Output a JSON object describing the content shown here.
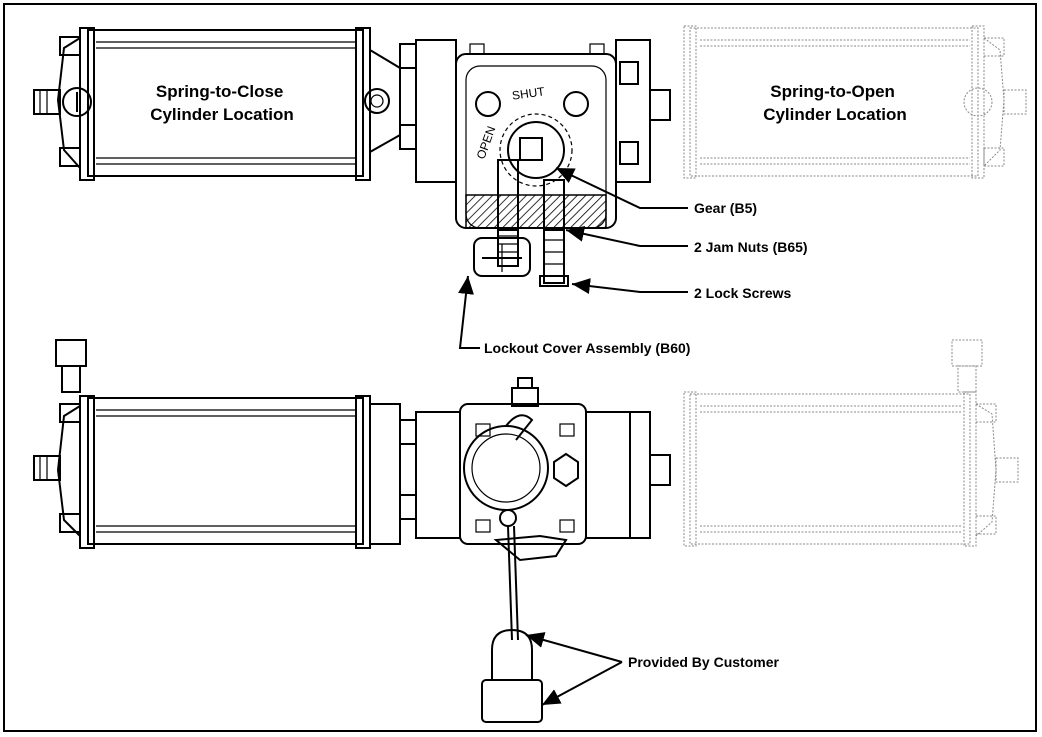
{
  "labels": {
    "spring_to_close": [
      "Spring-to-Close",
      "Cylinder Location"
    ],
    "spring_to_open": [
      "Spring-to-Open",
      "Cylinder Location"
    ],
    "gear": "Gear (B5)",
    "jam_nuts": "2 Jam Nuts (B65)",
    "lock_screws": "2 Lock Screws",
    "lockout_cover": "Lockout Cover Assembly (B60)",
    "provided_by_customer": "Provided By Customer"
  },
  "dial": {
    "shut": "SHUT",
    "open": "OPEN"
  },
  "colors": {
    "line": "#000000",
    "ghost_line": "#8a8a8a",
    "hatch": "#000000",
    "background": "#ffffff"
  }
}
